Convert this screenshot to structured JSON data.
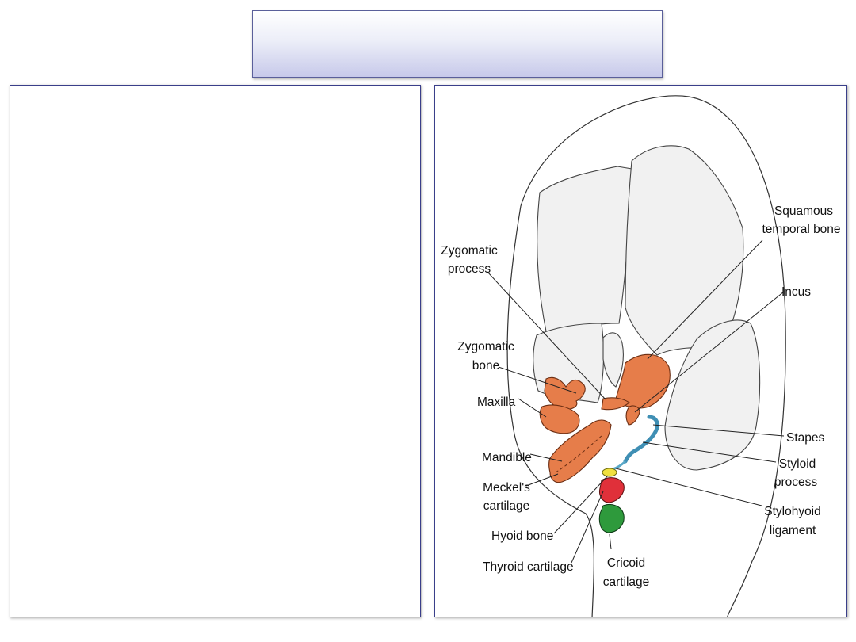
{
  "slide": {
    "title": ""
  },
  "left_panel": {
    "text": ""
  },
  "figure": {
    "labels": {
      "squamous_temporal_line1": "Squamous",
      "squamous_temporal_line2": "temporal bone",
      "zygomatic_process_line1": "Zygomatic",
      "zygomatic_process_line2": "process",
      "incus": "Incus",
      "zygomatic_bone_line1": "Zygomatic",
      "zygomatic_bone_line2": "bone",
      "maxilla": "Maxilla",
      "stapes": "Stapes",
      "mandible": "Mandible",
      "styloid_line1": "Styloid",
      "styloid_line2": "process",
      "meckels_line1": "Meckel's",
      "meckels_line2": "cartilage",
      "stylohyoid_line1": "Stylohyoid",
      "stylohyoid_line2": "ligament",
      "hyoid_bone": "Hyoid bone",
      "thyroid_cartilage": "Thyroid cartilage",
      "cricoid_line1": "Cricoid",
      "cricoid_line2": "cartilage"
    },
    "colors": {
      "first_arch_bone": "#e67d4a",
      "second_arch": "#5aa8c8",
      "hyoid": "#f0e040",
      "thyroid_cartilage": "#e0303a",
      "cricoid_cartilage": "#2e9a3c",
      "skull_bone": "#f1f1f1"
    }
  }
}
